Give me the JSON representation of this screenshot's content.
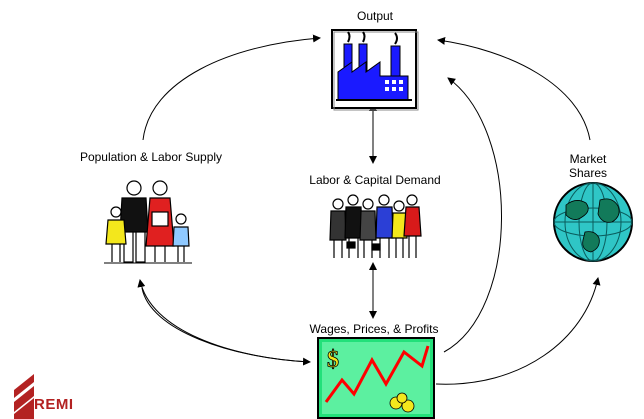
{
  "nodes": {
    "output": {
      "label": "Output"
    },
    "population": {
      "label": "Population & Labor Supply"
    },
    "labor_capital": {
      "label": "Labor & Capital Demand"
    },
    "market": {
      "label": "Market Shares"
    },
    "wages": {
      "label": "Wages, Prices, & Profits"
    }
  },
  "logo": {
    "text": "REMI"
  },
  "colors": {
    "factory_blue": "#1a1aff",
    "chart_green": "#23e07a",
    "chart_line": "#ff0000",
    "globe_teal": "#2fc6c6",
    "logo_red": "#b32222"
  }
}
